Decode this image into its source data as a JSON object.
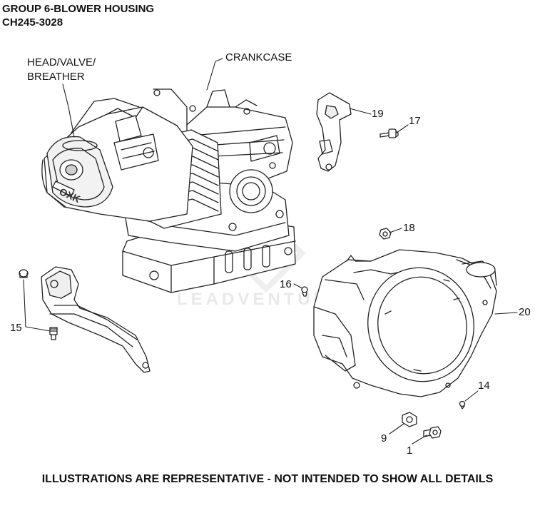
{
  "header": {
    "title_line1": "GROUP 6-BLOWER HOUSING",
    "title_line2": "CH245-3028"
  },
  "labels": {
    "head_valve_breather_line1": "HEAD/VALVE/",
    "head_valve_breather_line2": "BREATHER",
    "crankcase": "CRANKCASE",
    "p1": "1",
    "p9": "9",
    "p14": "14",
    "p15": "15",
    "p16": "16",
    "p17": "17",
    "p18": "18",
    "p19": "19",
    "p20": "20"
  },
  "engine_marking": "OXK",
  "watermark": "LEADVENTURE",
  "footer": "ILLUSTRATIONS ARE REPRESENTATIVE - NOT INTENDED TO SHOW ALL DETAILS"
}
